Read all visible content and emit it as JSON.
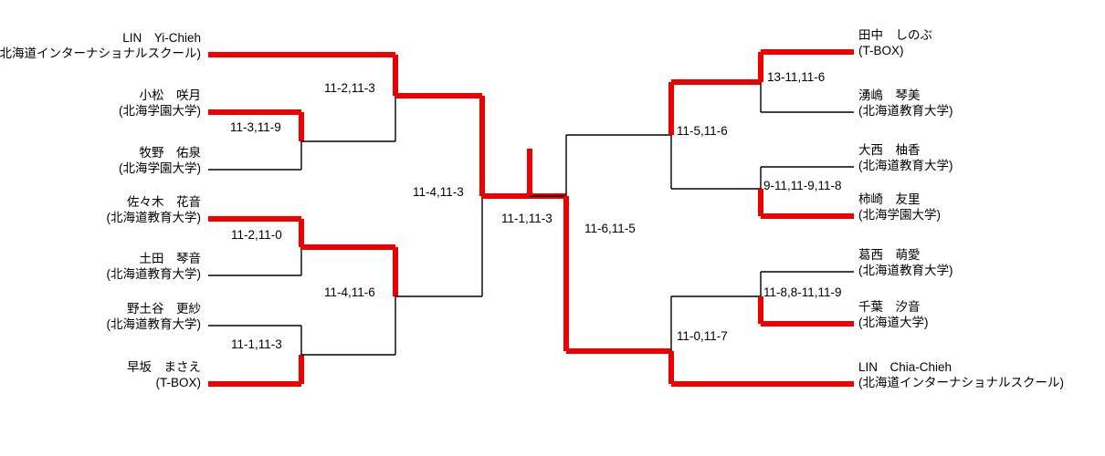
{
  "bracket": {
    "colors": {
      "winner_path": "#ee0000",
      "line": "#000000",
      "text": "#000000",
      "background": "#ffffff"
    },
    "left_entrants": [
      {
        "name": "LIN　Yi-Chieh",
        "affiliation": "(北海道インターナショナルスクール)",
        "winner": true
      },
      {
        "name": "小松　咲月",
        "affiliation": "(北海学園大学)",
        "winner": true
      },
      {
        "name": "牧野　佑泉",
        "affiliation": "(北海学園大学)",
        "winner": false
      },
      {
        "name": "佐々木　花音",
        "affiliation": "(北海道教育大学)",
        "winner": true
      },
      {
        "name": "土田　琴音",
        "affiliation": "(北海道教育大学)",
        "winner": false
      },
      {
        "name": "野土谷　更紗",
        "affiliation": "(北海道教育大学)",
        "winner": false
      },
      {
        "name": "早坂　まさえ",
        "affiliation": "(T-BOX)",
        "winner": true
      }
    ],
    "right_entrants": [
      {
        "name": "田中　しのぶ",
        "affiliation": "(T-BOX)",
        "winner": true
      },
      {
        "name": "湧嶋　琴美",
        "affiliation": "(北海道教育大学)",
        "winner": false
      },
      {
        "name": "大西　柚香",
        "affiliation": "(北海道教育大学)",
        "winner": false
      },
      {
        "name": "柿崎　友里",
        "affiliation": "(北海学園大学)",
        "winner": true
      },
      {
        "name": "葛西　萌愛",
        "affiliation": "(北海道教育大学)",
        "winner": false
      },
      {
        "name": "千葉　汐音",
        "affiliation": "(北海道大学)",
        "winner": true
      },
      {
        "name": "LIN　Chia-Chieh",
        "affiliation": "(北海道インターナショナルスクール)",
        "winner": true
      }
    ],
    "scores": {
      "left_r1_upper": "11-3,11-9",
      "left_r2_upper": "11-2,11-3",
      "left_r1_lower_top": "11-2,11-0",
      "left_r1_lower_bottom": "11-1,11-3",
      "left_r2_lower": "11-4,11-6",
      "left_semifinal": "11-4,11-3",
      "final": "11-1,11-3",
      "right_semifinal": "11-6,11-5",
      "right_upper_quarter": "11-5,11-6",
      "right_r1_upper_top": "13-11,11-6",
      "right_r1_upper_bottom": "9-11,11-9,11-8",
      "right_lower_quarter": "11-0,11-7",
      "right_r1_lower_top": "11-8,8-11,11-9"
    }
  }
}
